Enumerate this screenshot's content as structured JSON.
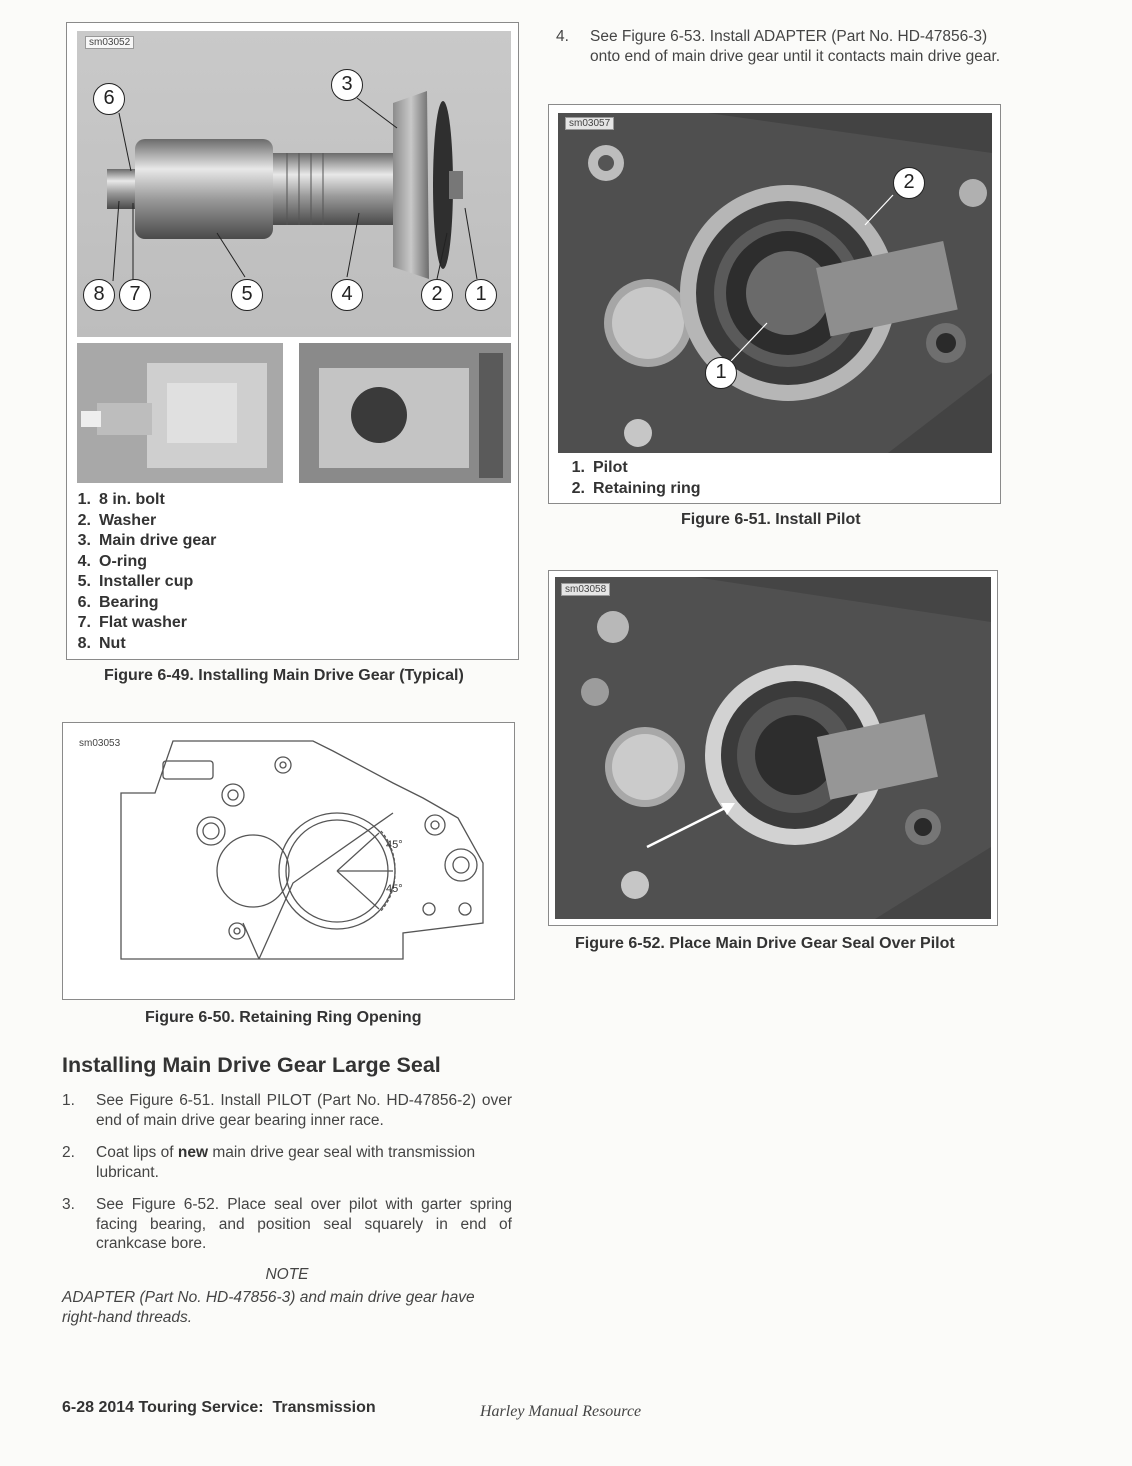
{
  "fig49": {
    "tag": "sm03052",
    "callouts": [
      "6",
      "3",
      "8",
      "7",
      "5",
      "4",
      "2",
      "1"
    ],
    "legend": [
      {
        "n": "1.",
        "t": "8 in. bolt"
      },
      {
        "n": "2.",
        "t": "Washer"
      },
      {
        "n": "3.",
        "t": "Main drive gear"
      },
      {
        "n": "4.",
        "t": "O-ring"
      },
      {
        "n": "5.",
        "t": "Installer cup"
      },
      {
        "n": "6.",
        "t": "Bearing"
      },
      {
        "n": "7.",
        "t": "Flat washer"
      },
      {
        "n": "8.",
        "t": "Nut"
      }
    ],
    "caption": "Figure 6-49. Installing Main Drive Gear (Typical)"
  },
  "fig50": {
    "tag": "sm03053",
    "angle1": "45°",
    "angle2": "45°",
    "caption": "Figure 6-50. Retaining Ring Opening"
  },
  "section": {
    "heading": "Installing Main Drive Gear Large Seal",
    "steps": [
      {
        "n": "1.",
        "t": "See Figure 6-51. Install PILOT (Part No. HD-47856-2) over end of main drive gear bearing inner race."
      },
      {
        "n": "2.",
        "t_before": "Coat lips of ",
        "t_bold": "new",
        "t_after": " main drive gear seal with transmission lubricant."
      },
      {
        "n": "3.",
        "t": "See Figure 6-52. Place seal over pilot with garter spring facing bearing, and position seal squarely in end of crankcase bore."
      }
    ],
    "note_title": "NOTE",
    "note_text": "ADAPTER (Part No. HD-47856-3) and main drive gear have right-hand threads."
  },
  "step4": {
    "n": "4.",
    "t": "See Figure 6-53. Install ADAPTER (Part No. HD-47856-3) onto end of main drive gear until it contacts main drive gear."
  },
  "fig51": {
    "tag": "sm03057",
    "callouts": [
      "2",
      "1"
    ],
    "legend": [
      {
        "n": "1.",
        "t": "Pilot"
      },
      {
        "n": "2.",
        "t": "Retaining ring"
      }
    ],
    "caption": "Figure 6-51. Install Pilot"
  },
  "fig52": {
    "tag": "sm03058",
    "caption": "Figure 6-52. Place Main Drive Gear Seal Over Pilot"
  },
  "footer": {
    "page": "6-28",
    "title": "2014 Touring Service:  Transmission",
    "watermark": "Harley Manual Resource"
  }
}
